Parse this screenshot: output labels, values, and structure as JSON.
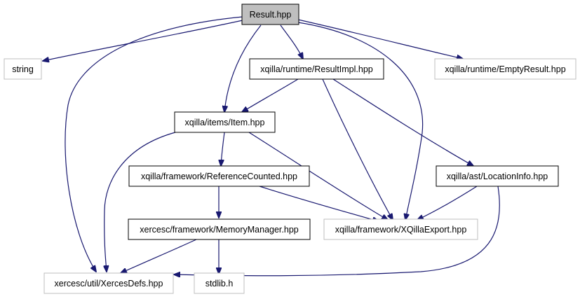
{
  "colors": {
    "edge": "#191970",
    "node_border_dark": "#000000",
    "node_border_light": "#bfbfbf",
    "node_fill_root": "#bfbfbf",
    "node_fill": "#ffffff"
  },
  "nodes": [
    {
      "id": "result",
      "label": "Result.hpp",
      "style": "root"
    },
    {
      "id": "string",
      "label": "string",
      "style": "external"
    },
    {
      "id": "resultimpl",
      "label": "xqilla/runtime/ResultImpl.hpp",
      "style": "internal"
    },
    {
      "id": "emptyresult",
      "label": "xqilla/runtime/EmptyResult.hpp",
      "style": "external"
    },
    {
      "id": "item",
      "label": "xqilla/items/Item.hpp",
      "style": "internal"
    },
    {
      "id": "refcounted",
      "label": "xqilla/framework/ReferenceCounted.hpp",
      "style": "internal"
    },
    {
      "id": "locationinfo",
      "label": "xqilla/ast/LocationInfo.hpp",
      "style": "internal"
    },
    {
      "id": "memorymanager",
      "label": "xercesc/framework/MemoryManager.hpp",
      "style": "internal"
    },
    {
      "id": "xqillaexport",
      "label": "xqilla/framework/XQillaExport.hpp",
      "style": "external"
    },
    {
      "id": "xercesdefs",
      "label": "xercesc/util/XercesDefs.hpp",
      "style": "external"
    },
    {
      "id": "stdlib",
      "label": "stdlib.h",
      "style": "external"
    }
  ],
  "edges": [
    {
      "from": "result",
      "to": "string"
    },
    {
      "from": "result",
      "to": "resultimpl"
    },
    {
      "from": "result",
      "to": "emptyresult"
    },
    {
      "from": "result",
      "to": "item"
    },
    {
      "from": "result",
      "to": "xqillaexport"
    },
    {
      "from": "result",
      "to": "xercesdefs"
    },
    {
      "from": "resultimpl",
      "to": "item"
    },
    {
      "from": "resultimpl",
      "to": "xqillaexport"
    },
    {
      "from": "resultimpl",
      "to": "locationinfo"
    },
    {
      "from": "item",
      "to": "refcounted"
    },
    {
      "from": "item",
      "to": "xqillaexport"
    },
    {
      "from": "item",
      "to": "xercesdefs"
    },
    {
      "from": "refcounted",
      "to": "memorymanager"
    },
    {
      "from": "refcounted",
      "to": "xqillaexport"
    },
    {
      "from": "locationinfo",
      "to": "xqillaexport"
    },
    {
      "from": "locationinfo",
      "to": "xercesdefs"
    },
    {
      "from": "memorymanager",
      "to": "xercesdefs"
    },
    {
      "from": "memorymanager",
      "to": "stdlib"
    }
  ]
}
